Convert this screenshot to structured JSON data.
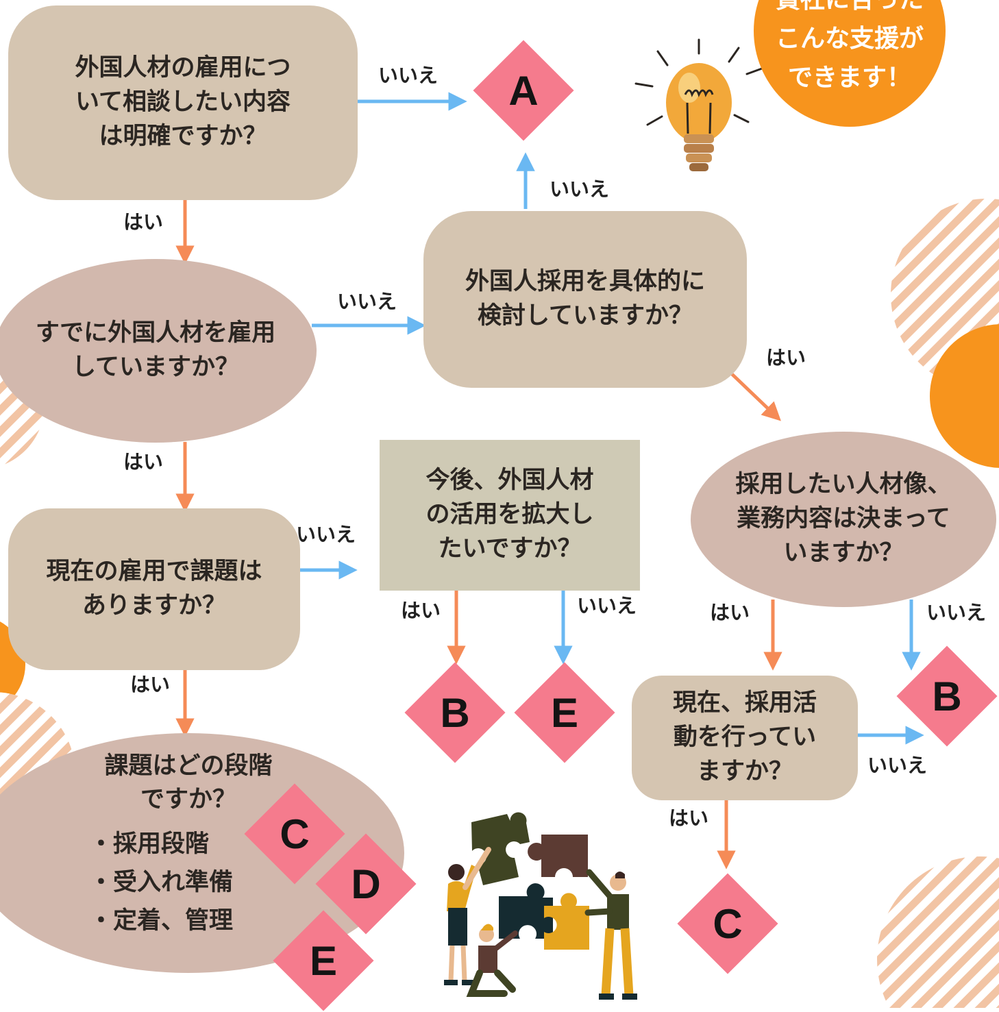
{
  "badge": {
    "text": "貴社に合った\nこんな支援が\nできます！"
  },
  "nodes": {
    "q1": "外国人材の雇用につ\nいて相談したい内容\nは明確ですか？",
    "q2": "すでに外国人材を雇用\nしていますか？",
    "q3": "現在の雇用で課題は\nありますか？",
    "q4": {
      "title": "課題はどの段階\nですか？",
      "items": [
        "・採用段階",
        "・受入れ準備",
        "・定着、管理"
      ]
    },
    "q5": "外国人採用を具体的に\n検討していますか？",
    "q6": "今後、外国人材\nの活用を拡大し\nたいですか？",
    "q7": "採用したい人材像、\n業務内容は決まって\nいますか？",
    "q8": "現在、採用活\n動を行ってい\nますか？"
  },
  "labels": {
    "q1_no": "いいえ",
    "q1_yes": "はい",
    "q2_no": "いいえ",
    "q2_yes": "はい",
    "q3_no": "いいえ",
    "q3_yes": "はい",
    "q5_no": "いいえ",
    "q5_yes": "はい",
    "q6_yes": "はい",
    "q6_no": "いいえ",
    "q7_yes": "はい",
    "q7_no": "いいえ",
    "q8_no": "いいえ",
    "q8_yes": "はい"
  },
  "results": {
    "r_a": "A",
    "r_q6_yes": "B",
    "r_q6_no": "E",
    "r_q7_no": "B",
    "r_q8_yes": "C",
    "r_stage1": "C",
    "r_stage2": "D",
    "r_stage3": "E"
  },
  "colors": {
    "yes_arrow": "#f58b57",
    "no_arrow": "#6ab8f2",
    "diamond": "#f57b8d",
    "accent_orange": "#f7941d",
    "stripe": "#f2c4a4"
  }
}
